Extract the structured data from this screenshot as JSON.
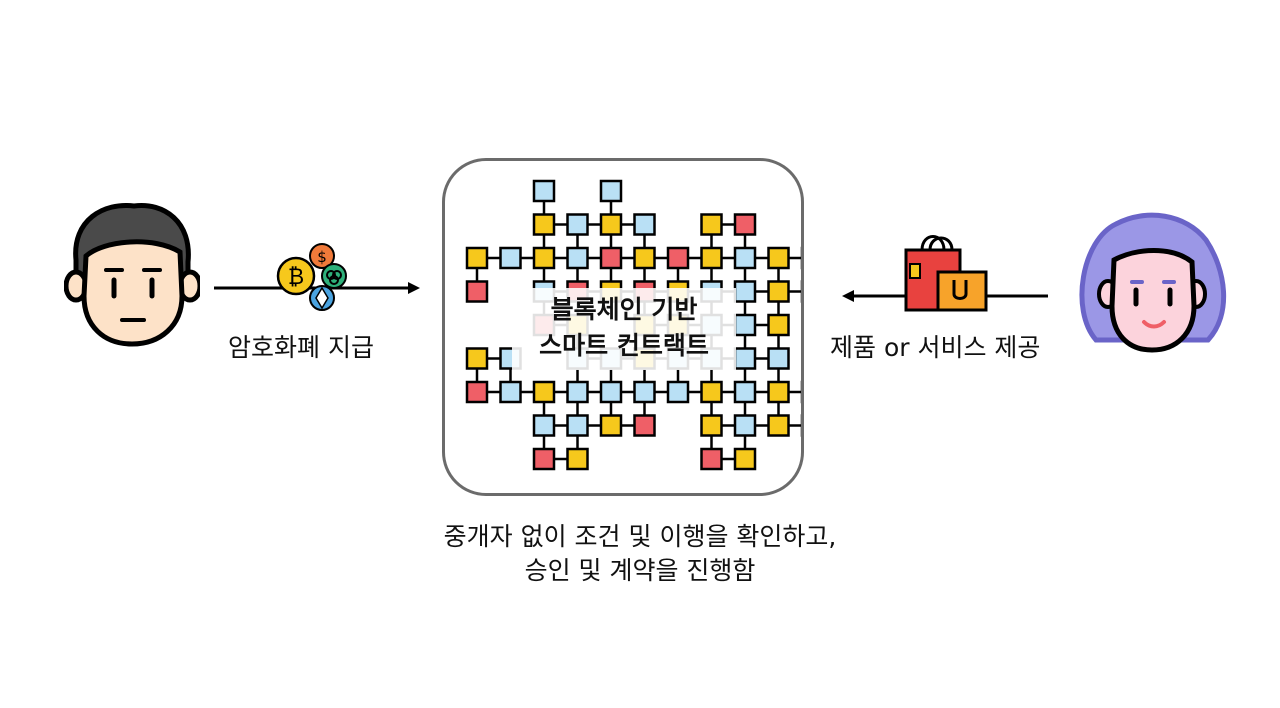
{
  "buyer": {
    "label": "암호화폐 지급"
  },
  "seller": {
    "label": "제품 or 서비스 제공"
  },
  "contract": {
    "title_line1": "블록체인 기반",
    "title_line2": "스마트 컨트랙트"
  },
  "caption": {
    "line1": "중개자 없이 조건 및 이행을 확인하고,",
    "line2": "승인 및 계약을 진행함"
  },
  "colors": {
    "block_yellow": "#f6c81c",
    "block_blue": "#b9e0f5",
    "block_red": "#ef5f67",
    "box_border": "#6b6b6b",
    "seller_hair": "#9b97e6",
    "skin": "#fde2c8",
    "seller_skin": "#fcd3dc"
  },
  "icons": [
    "man-avatar-icon",
    "crypto-coins-icon",
    "arrow-right-icon",
    "blockchain-network-icon",
    "shopping-bags-icon",
    "arrow-left-icon",
    "woman-avatar-icon"
  ]
}
